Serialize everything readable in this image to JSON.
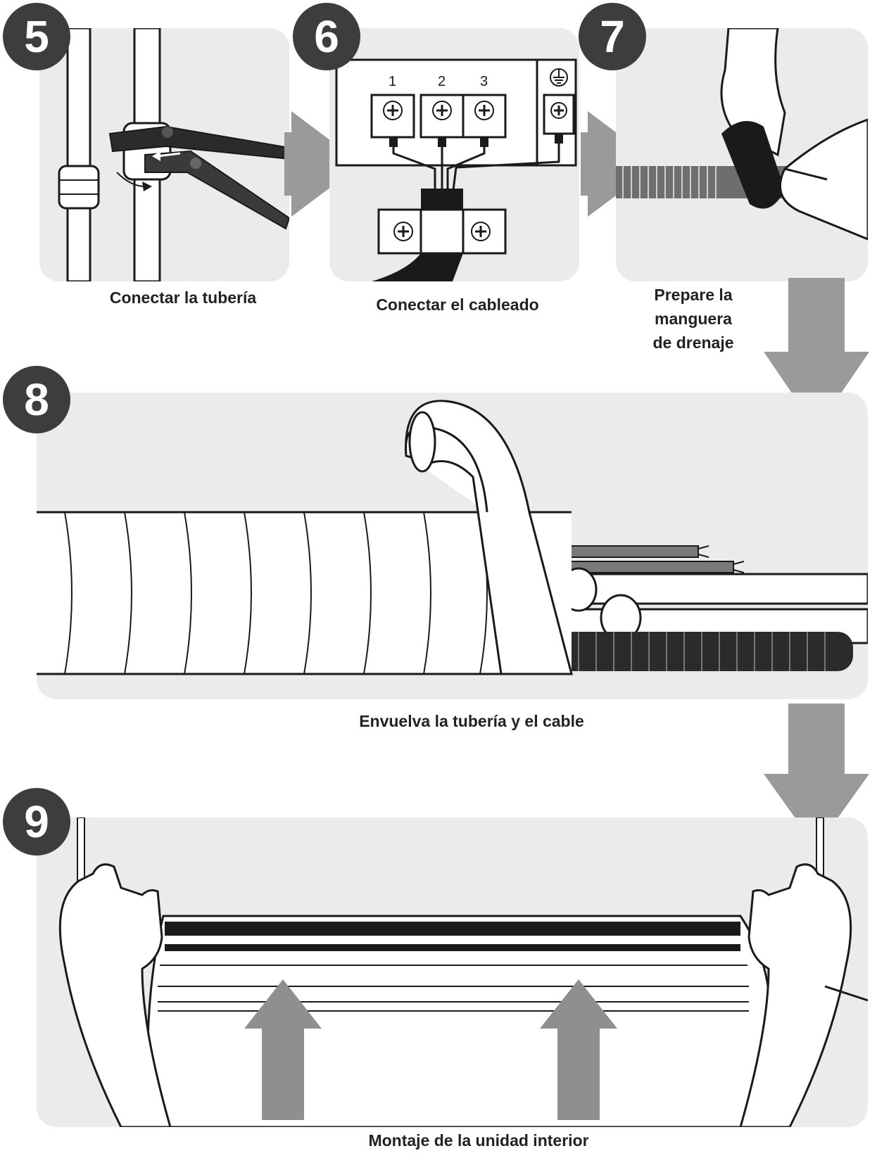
{
  "steps": [
    {
      "number": "5",
      "caption": "Conectar la tubería"
    },
    {
      "number": "6",
      "caption": "Conectar el cableado",
      "terminals": [
        "1",
        "2",
        "3"
      ]
    },
    {
      "number": "7",
      "caption_lines": [
        "Prepare la",
        "manguera",
        "de drenaje"
      ]
    },
    {
      "number": "8",
      "caption": "Envuelva la tubería y el cable"
    },
    {
      "number": "9",
      "caption": "Montaje de la unidad interior"
    }
  ],
  "colors": {
    "panel": "#ebebeb",
    "badge": "#3d3d3d",
    "arrow": "#9a9a9a",
    "line": "#1a1a1a"
  },
  "icons": [
    "wrench-icon",
    "terminal-block-icon",
    "ground-icon",
    "drain-hose-icon",
    "pipe-wrap-icon",
    "indoor-unit-icon",
    "flow-arrow-icon"
  ]
}
